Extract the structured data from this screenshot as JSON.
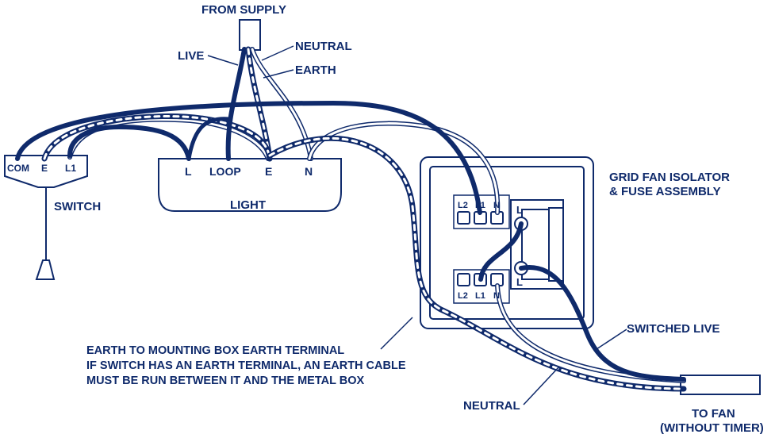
{
  "colors": {
    "ink": "#0f2a6b",
    "paper": "#ffffff"
  },
  "labels": {
    "from_supply": "FROM SUPPLY",
    "live": "LIVE",
    "neutral_top": "NEUTRAL",
    "earth_top": "EARTH",
    "switch": "SWITCH",
    "light": "LIGHT",
    "isolator_line1": "GRID FAN ISOLATOR",
    "isolator_line2": "& FUSE ASSEMBLY",
    "switched_live": "SWITCHED LIVE",
    "earth_note_line1": "EARTH TO MOUNTING BOX EARTH TERMINAL",
    "earth_note_line2": "IF SWITCH HAS AN EARTH TERMINAL, AN EARTH CABLE",
    "earth_note_line3": "MUST BE RUN BETWEEN IT AND THE METAL BOX",
    "neutral_bottom": "NEUTRAL",
    "to_fan_line1": "TO FAN",
    "to_fan_line2": "(WITHOUT TIMER)"
  },
  "switch_terminals": [
    "COM",
    "E",
    "L1"
  ],
  "light_terminals": [
    "L",
    "LOOP",
    "E",
    "N"
  ],
  "isolator_top_terminals": [
    "L2",
    "L1",
    "N"
  ],
  "isolator_bottom_terminals": [
    "L2",
    "L1",
    "N"
  ],
  "isolator_l_top": "L",
  "isolator_l_bottom": "L"
}
